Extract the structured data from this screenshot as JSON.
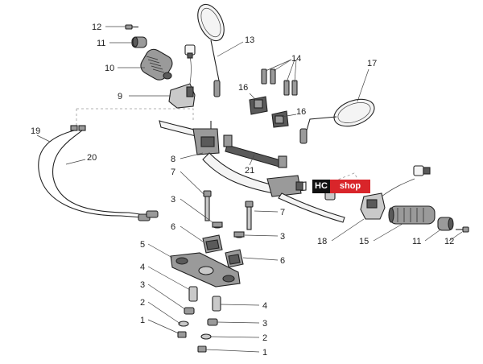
{
  "callouts": [
    {
      "id": "c12a",
      "text": "12"
    },
    {
      "id": "c11a",
      "text": "11"
    },
    {
      "id": "c10",
      "text": "10"
    },
    {
      "id": "c9",
      "text": "9"
    },
    {
      "id": "c13",
      "text": "13"
    },
    {
      "id": "c14",
      "text": "14"
    },
    {
      "id": "c16a",
      "text": "16"
    },
    {
      "id": "c16b",
      "text": "16"
    },
    {
      "id": "c17",
      "text": "17"
    },
    {
      "id": "c19",
      "text": "19"
    },
    {
      "id": "c20",
      "text": "20"
    },
    {
      "id": "c8",
      "text": "8"
    },
    {
      "id": "c21",
      "text": "21"
    },
    {
      "id": "c7a",
      "text": "7"
    },
    {
      "id": "c7b",
      "text": "7"
    },
    {
      "id": "c3a",
      "text": "3"
    },
    {
      "id": "c3b",
      "text": "3"
    },
    {
      "id": "c6a",
      "text": "6"
    },
    {
      "id": "c6b",
      "text": "6"
    },
    {
      "id": "c5",
      "text": "5"
    },
    {
      "id": "c4a",
      "text": "4"
    },
    {
      "id": "c4b",
      "text": "4"
    },
    {
      "id": "c3c",
      "text": "3"
    },
    {
      "id": "c3d",
      "text": "3"
    },
    {
      "id": "c2a",
      "text": "2"
    },
    {
      "id": "c2b",
      "text": "2"
    },
    {
      "id": "c1a",
      "text": "1"
    },
    {
      "id": "c1b",
      "text": "1"
    },
    {
      "id": "c18",
      "text": "18"
    },
    {
      "id": "c15",
      "text": "15"
    },
    {
      "id": "c11b",
      "text": "11"
    },
    {
      "id": "c12b",
      "text": "12"
    }
  ],
  "watermark": {
    "left": "HC",
    "right": "shop"
  }
}
